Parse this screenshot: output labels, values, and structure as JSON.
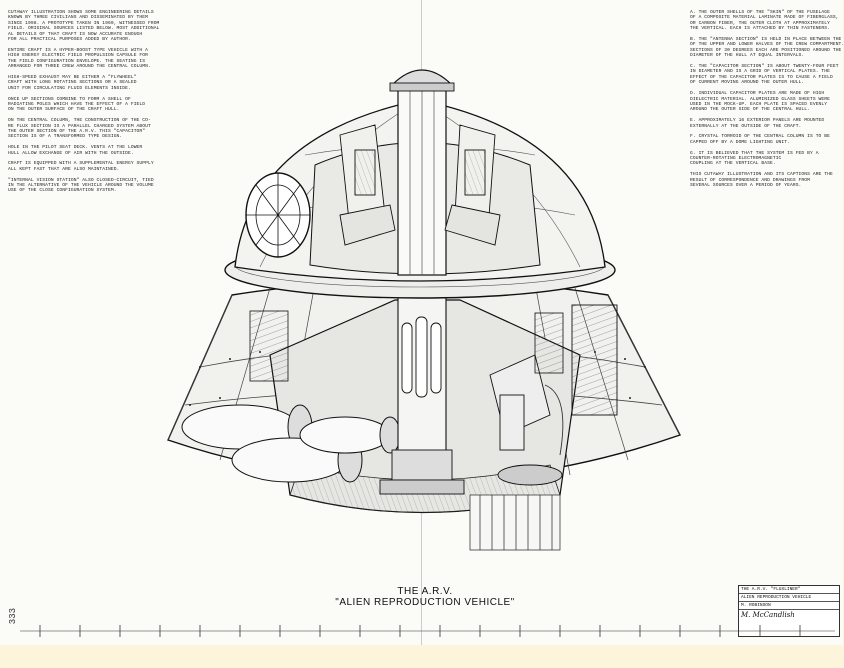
{
  "caption": {
    "line1": "THE A.R.V.",
    "line2": "\"ALIEN REPRODUCTION VEHICLE\""
  },
  "page_number": "333",
  "title_block": {
    "title": "THE A.R.V. \"FLUXLINER\"",
    "subtitle": "ALIEN REPRODUCTION VEHICLE",
    "author": "M. ROBINSON",
    "signature": "M. McCandlish"
  },
  "left_column": [
    "CUTAWAY ILLUSTRATION SHOWS SOME ENGINEERING DETAILS",
    "KNOWN BY THREE CIVILIANS AND DISSEMINATED BY THEM",
    "SINCE 1998. A PROTOTYPE TAKEN IN 1969, WITNESSED FROM",
    "FIELD. ORIGINAL SOURCES LISTED BELOW. MOST ADDITIONAL",
    "AL DETAILS OF THAT CRAFT IS NOW ACCURATE ENOUGH",
    "FOR ALL PRACTICAL PURPOSES ADDED BY AUTHOR.",
    "",
    "ENTIRE CRAFT IS A HYPER-BOOST TYPE VEHICLE WITH A",
    "HIGH ENERGY ELECTRIC FIELD PROPULSION CAPSULE FOR",
    "THE FIELD CONFIGURATION ENVELOPE. THE SEATING IS",
    "ARRANGED FOR THREE CREW AROUND THE CENTRAL COLUMN.",
    "",
    "HIGH-SPEED EXHAUST MAY BE EITHER A \"FLYWHEEL\"",
    "CRAFT WITH LONG ROTATING SECTIONS OR A SEALED",
    "UNIT FOR CIRCULATING FLUID ELEMENTS INSIDE.",
    "",
    "ONCE UP SECTIONS COMBINE TO FORM A SHELL OF",
    "RADIATING POLES WHICH HAVE THE EFFECT OF A FIELD",
    "ON THE OUTER SURFACE OF THE CRAFT HULL.",
    "",
    "ON THE CENTRAL COLUMN, THE CONSTRUCTION OF THE CO-",
    "RE FLUX SECTION IS A PARALLEL CHARGED SYSTEM ABOUT",
    "THE OUTER SECTION OF THE A.R.V. THIS \"CAPACITOR\"",
    "SECTION IS OF A TRANSFORMED TYPE DESIGN.",
    "",
    "HOLE IN THE PILOT SEAT DECK. VENTS AT THE LOWER",
    "HULL ALLOW EXCHANGE OF AIR WITH THE OUTSIDE.",
    "",
    "CRAFT IS EQUIPPED WITH A SUPPLEMENTAL ENERGY SUPPLY",
    "ALL KEPT FAST THAT ARE ALSO MAINTAINED.",
    "",
    "\"INTERNAL VISION STATION\" ALSO CLOSED-CIRCUIT, TIED",
    "IN THE ALTERNATIVE OF THE VEHICLE AROUND THE VOLUME",
    "USE OF THE CLOSE CONFIGURATION SYSTEM."
  ],
  "right_column": [
    "A. THE OUTER SHELLS OF THE \"SKIN\" OF THE FUSELAGE",
    "OF A COMPOSITE MATERIAL LAMINATE MADE OF FIBERGLASS,",
    "OR CARBON FIBER, THE OUTER CLOTH AT APPROXIMATELY",
    "THE VERTICAL. EACH IS ATTACHED BY THIN FASTENERS.",
    "",
    "B. THE \"ANTENNA SECTION\" IS HELD IN PLACE BETWEEN THE",
    "OF THE UPPER AND LOWER HALVES OF THE CREW COMPARTMENT.",
    "SECTIONS OF 30 DEGREES EACH ARE POSITIONED AROUND THE",
    "DIAMETER OF THE HULL AT EQUAL INTERVALS.",
    "",
    "C. THE \"CAPACITOR SECTION\" IS ABOUT TWENTY-FOUR FEET",
    "IN DIAMETER AND IS A GRID OF VERTICAL PLATES. THE",
    "EFFECT OF THE CAPACITOR PLATES IS TO CAUSE A FIELD",
    "OF CURRENT MOVING AROUND THE OUTER HULL.",
    "",
    "D. INDIVIDUAL CAPACITOR PLATES ARE MADE OF HIGH",
    "DIELECTRIC MATERIAL. ALUMINIZED GLASS SHEETS WERE",
    "USED IN THE MOCK-UP. EACH PLATE IS SPACED EVENLY",
    "AROUND THE OUTER SIDE OF THE CENTRAL HULL.",
    "",
    "E. APPROXIMATELY 16 EXTERIOR PANELS ARE MOUNTED",
    "EXTERNALLY AT THE OUTSIDE OF THE CRAFT.",
    "",
    "F. CRYSTAL TORROID OF THE CENTRAL COLUMN IS TO BE",
    "CAPPED OFF BY A DOME LIGHTING UNIT.",
    "",
    "G. IT IS BELIEVED THAT THE SYSTEM IS FED BY A",
    "COUNTER-ROTATING ELECTROMAGNETIC",
    "COUPLING AT THE VERTICAL BASE.",
    "",
    "THIS CUTAWAY ILLUSTRATION AND ITS CAPTIONS ARE THE",
    "RESULT OF CORRESPONDENCE AND DRAWINGS FROM",
    "SEVERAL SOURCES OVER A PERIOD OF YEARS."
  ]
}
